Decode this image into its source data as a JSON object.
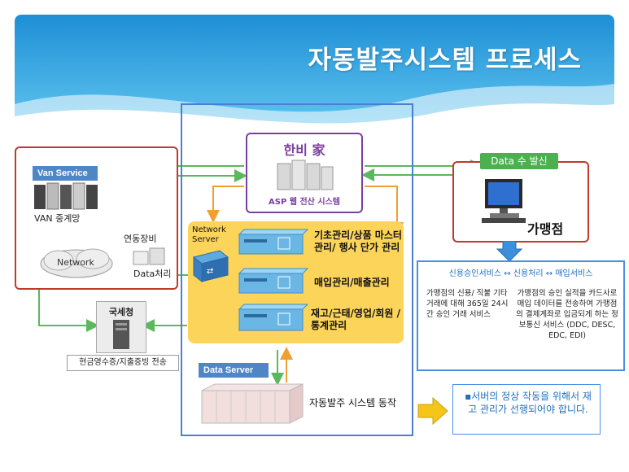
{
  "title": "자동발주시스템 프로세스",
  "hanbi": {
    "name": "한비 家",
    "subtitle": "ASP 웹 전산 시스템"
  },
  "van": {
    "label": "Van Service",
    "relay": "VAN 중계망",
    "network": "Network",
    "link_device": "연동장비",
    "data_processing": "Data처리"
  },
  "nts": {
    "label": "국세청",
    "caption": "현금영수증/지출증빙 전송"
  },
  "network_server": {
    "label": "Network Server"
  },
  "services": [
    {
      "label": "기초관리/상품 마스터관리/ 행사 단가 관리"
    },
    {
      "label": "매입관리/매출관리"
    },
    {
      "label": "재고/근태/영업/회원 /통계관리"
    }
  ],
  "data_server": {
    "label": "Data Server",
    "caption": "자동발주 시스템 동작"
  },
  "data_send": {
    "label": "Data 수 발신",
    "store": "가맹점"
  },
  "payment": {
    "header": "신용승인서비스 ↔ 신용처리 ↔ 매입서비스",
    "left": "가맹점의 신용/ 직불 기타 거래에 대해 365일 24시간 승인 거래 서비스",
    "right": "가맹점의 승인 실적을 카드사로 매입 데이터를 전송하여 가맹점의 결제계좌로 입금되게 하는 정보통신 서비스 (DDC, DESC, EDC, EDI)"
  },
  "note": "▪서버의 정상 작동을 위해서 재고 관리가 선행되어야 합니다.",
  "colors": {
    "green": "#5cb85c",
    "orange": "#f0a030",
    "red_border": "#c0392b",
    "blue_border": "#4a7fd4",
    "purple": "#7b3f9e",
    "yellow_panel": "#fcd45a"
  }
}
